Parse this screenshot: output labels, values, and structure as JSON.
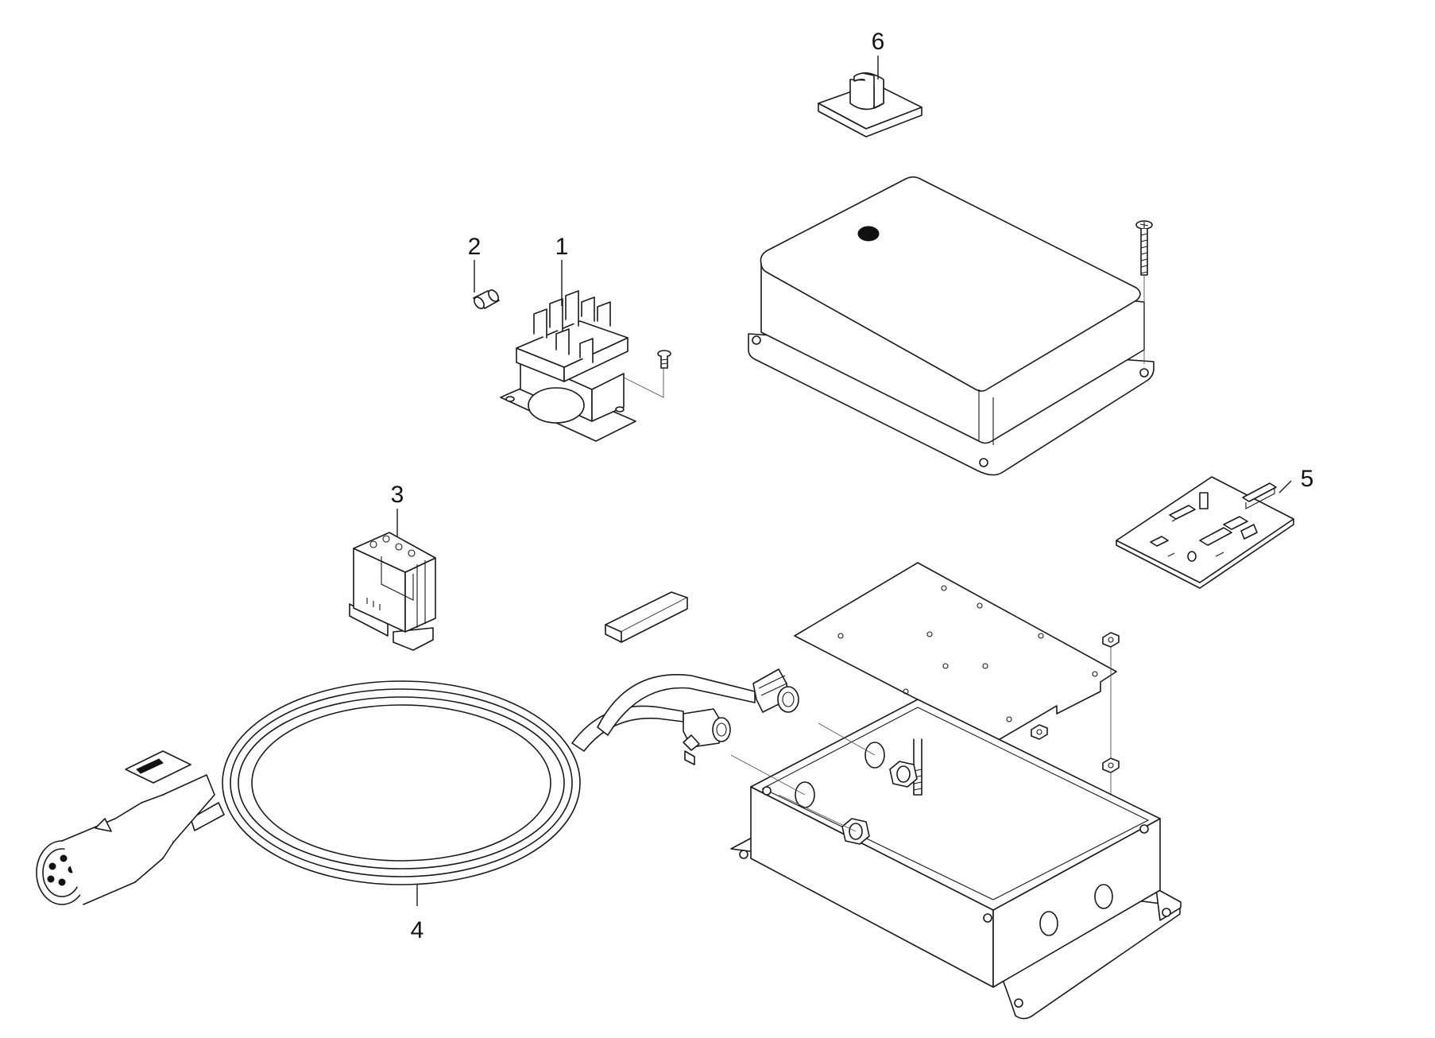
{
  "callouts": {
    "part_1": "1",
    "part_2": "2",
    "part_3": "3",
    "part_4": "4",
    "part_5": "5",
    "part_6": "6"
  },
  "colors": {
    "line": "#1a1a1a",
    "background": "#ffffff"
  }
}
